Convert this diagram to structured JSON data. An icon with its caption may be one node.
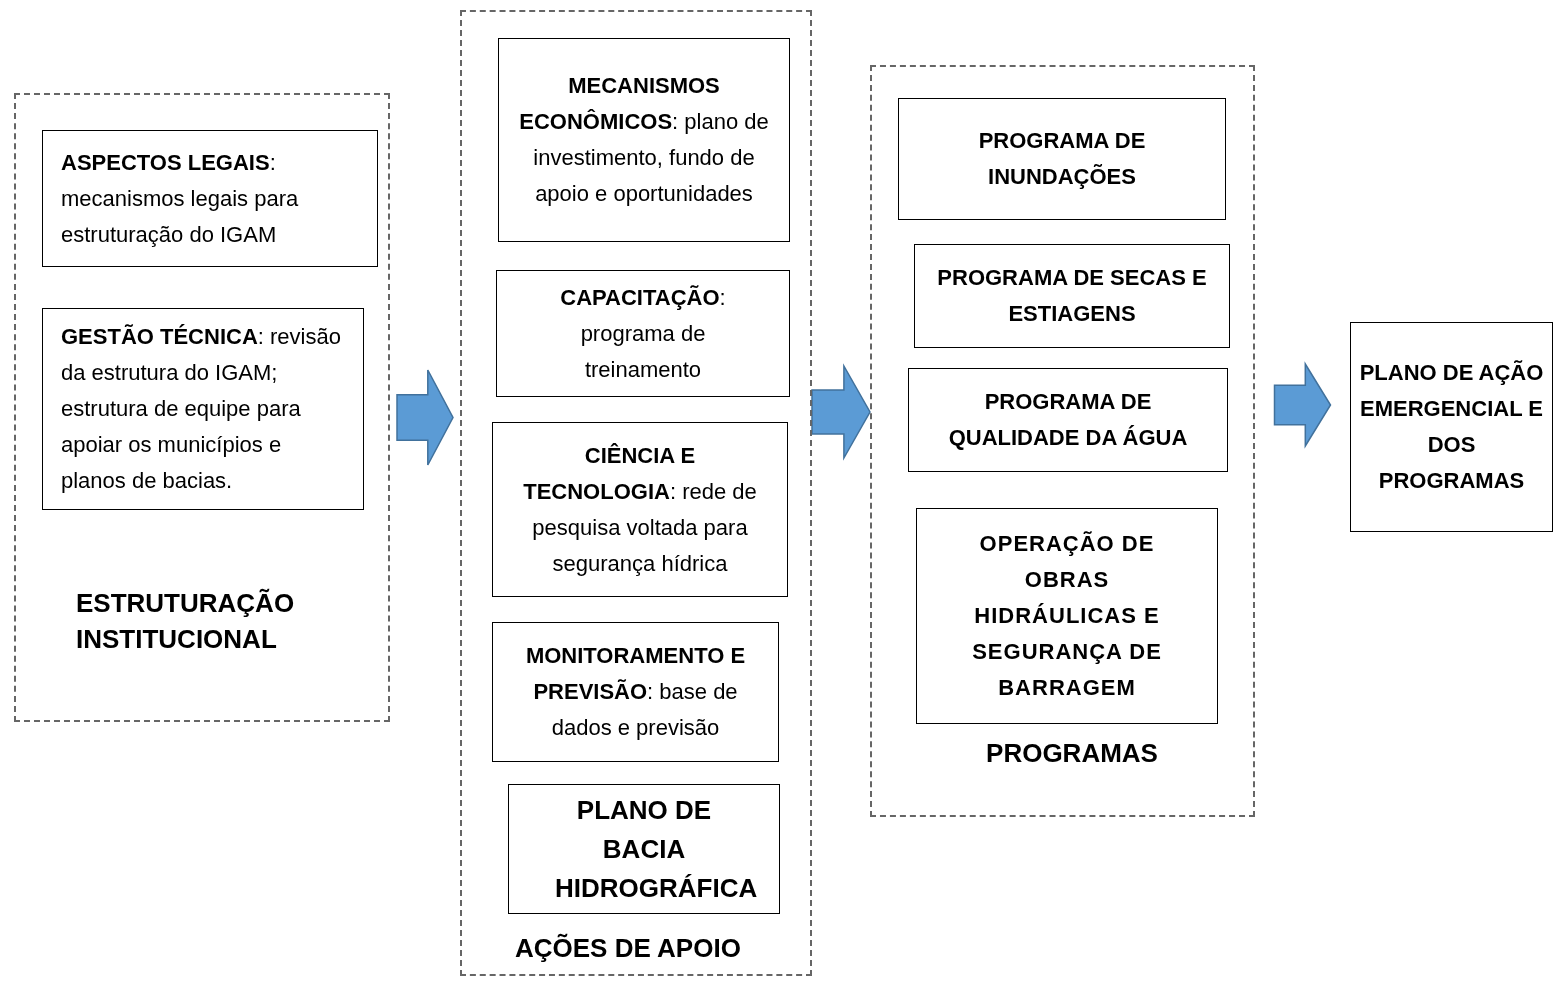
{
  "diagram": {
    "nodes": [
      {
        "text": [
          "ESTRUTURAÇÃO INSTITUCIONAL"
        ]
      },
      {
        "text": [
          "**ASPECTOS LEGAIS**: mecanismos legais para estruturação do IGAM"
        ],
        "in": 0
      },
      {
        "text": [
          "**GESTÃO TÉCNICA**: revisão da estrutura do IGAM; estrutura de equipe para apoiar os municípios e planos de bacias."
        ],
        "in": 0
      },
      {
        "text": [
          "AÇÕES DE APOIO"
        ]
      },
      {
        "text": [
          "**MECANISMOS ECONÔMICOS**: plano de investimento, fundo de apoio e oportunidades"
        ],
        "in": 3
      },
      {
        "text": [
          "**CAPACITAÇÃO**: programa de treinamento"
        ],
        "in": 3
      },
      {
        "text": [
          "**CIÊNCIA E TECNOLOGIA**: rede de pesquisa voltada para segurança hídrica"
        ],
        "in": 3
      },
      {
        "text": [
          "**MONITORAMENTO E PREVISÃO**: base de dados e previsão"
        ],
        "in": 3
      },
      {
        "text": [
          "PLANO DE BACIA HIDROGRÁFICA"
        ],
        "in": 3
      },
      {
        "text": [
          "PROGRAMAS"
        ]
      },
      {
        "text": [
          "PROGRAMA DE INUNDAÇÕES"
        ],
        "in": 9
      },
      {
        "text": [
          "PROGRAMA DE SECAS E ESTIAGENS"
        ],
        "in": 9
      },
      {
        "text": [
          "PROGRAMA DE QUALIDADE DA ÁGUA"
        ],
        "in": 9
      },
      {
        "text": [
          "OPERAÇÃO DE OBRAS HIDRÁULICAS E SEGURANÇA DE BARRAGEM"
        ],
        "in": 9
      },
      {
        "text": [
          "PLANO DE AÇÃO EMERGENCIAL E DOS PROGRAMAS"
        ]
      }
    ],
    "edges": [
      {
        "from": 0,
        "to": 3,
        "arrow": "to"
      },
      {
        "from": 3,
        "to": 9,
        "arrow": "to"
      },
      {
        "from": 9,
        "to": 14,
        "arrow": "to"
      }
    ]
  }
}
